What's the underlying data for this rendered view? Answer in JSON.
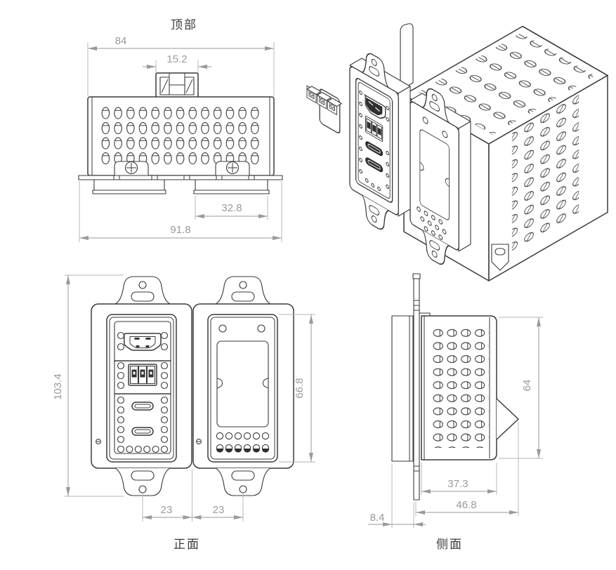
{
  "drawing": {
    "background": "#ffffff",
    "line_color": "#3a3a3a",
    "dimension_color": "#9a9a9a",
    "type": "multi-view technical drawing of HDMI / USB-C wall plate extender"
  },
  "views": {
    "top": {
      "title": "顶部",
      "dim_body_width": "84",
      "dim_clip_width": "15.2",
      "dim_connector_width": "32.8",
      "dim_overall_width": "91.8"
    },
    "front": {
      "title": "正面",
      "dim_overall_height": "103.4",
      "dim_insert_height": "66.8",
      "dim_left_hole_offset": "23",
      "dim_right_hole_offset": "23"
    },
    "side": {
      "title": "侧面",
      "dim_body_height": "64",
      "dim_body_depth": "37.3",
      "dim_overall_depth": "46.8",
      "dim_plate_thickness": "8.4"
    }
  }
}
